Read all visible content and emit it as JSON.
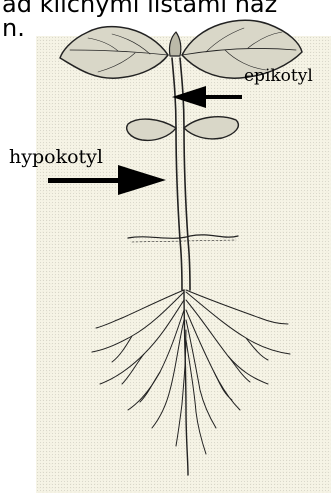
{
  "caption": {
    "line1": "ad kličnymi listami naz",
    "line2": "n."
  },
  "labels": {
    "epicotyl": "epikotyl",
    "hypocotyl": "hypokotyl"
  },
  "colors": {
    "ink": "#000000",
    "background": "#f6f4e6"
  }
}
